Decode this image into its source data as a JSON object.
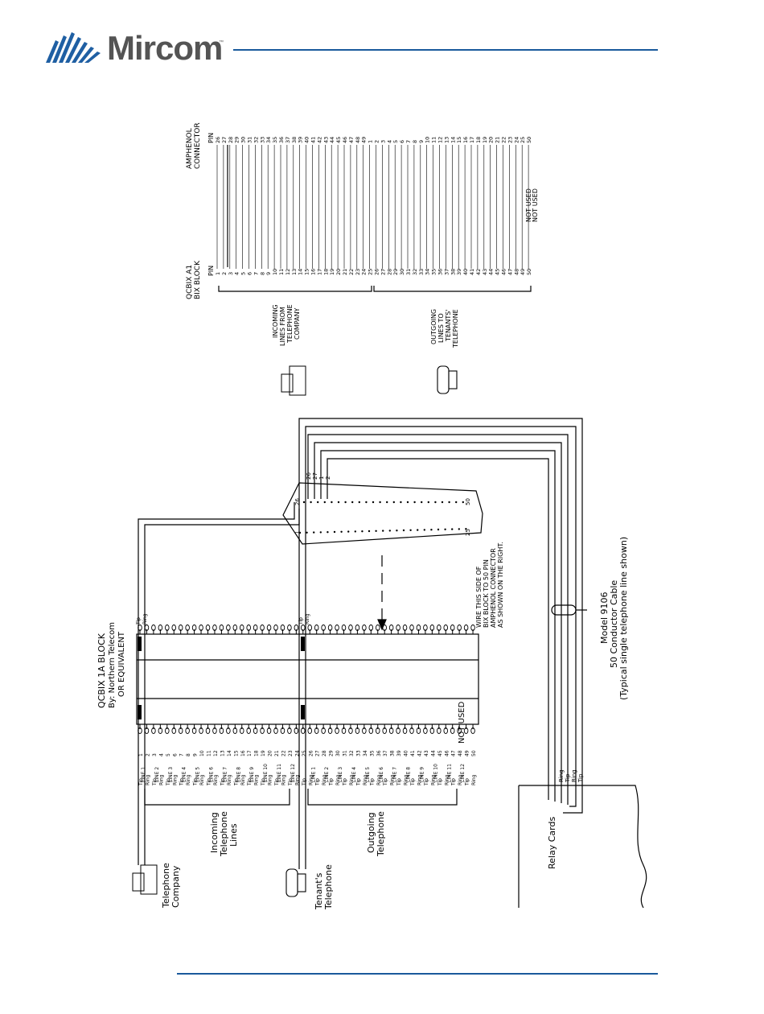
{
  "header": {
    "brand": "Mircom",
    "trademark": "™",
    "logo_icon": "mircom-logo-icon",
    "accent_color": "#1a5a9c"
  },
  "qcbix_block": {
    "title": "QCBIX  1A  BLOCK",
    "by": "By: Northern Telecom",
    "equiv": "OR EQUIVALENT",
    "tip": "Tip",
    "ring": "Ring",
    "incoming_lines": [
      "LINE 1",
      "LINE 2",
      "LINE 3",
      "LINE 4",
      "LINE 5",
      "LINE 6",
      "LINE 7",
      "LINE 8",
      "LINE 9",
      "LINE 10",
      "LINE 11",
      "LINE 12"
    ],
    "outgoing_lines": [
      "LINE 1",
      "LINE 2",
      "LINE 3",
      "LINE 4",
      "LINE 5",
      "LINE 6",
      "LINE 7",
      "LINE 8",
      "LINE 9",
      "LINE 10",
      "LINE 11",
      "LINE 12"
    ],
    "not_used": "NOT  USED",
    "pins": [
      "1",
      "2",
      "3",
      "4",
      "5",
      "6",
      "7",
      "8",
      "9",
      "10",
      "11",
      "12",
      "13",
      "14",
      "15",
      "16",
      "17",
      "18",
      "19",
      "20",
      "21",
      "22",
      "23",
      "24",
      "25",
      "26",
      "27",
      "28",
      "29",
      "30",
      "31",
      "32",
      "33",
      "34",
      "35",
      "36",
      "37",
      "38",
      "39",
      "40",
      "41",
      "42",
      "43",
      "44",
      "45",
      "46",
      "47",
      "48",
      "49",
      "50"
    ]
  },
  "labels": {
    "incoming_group": [
      "Incoming",
      "Telephone",
      "Lines"
    ],
    "outgoing_group": [
      "Outgoing",
      "Telephone"
    ],
    "telephone_company": [
      "Telephone",
      "Company"
    ],
    "tenants_telephone": [
      "Tenant's",
      "Telephone"
    ],
    "relay_cards": "Relay  Cards",
    "relay_ring": "Ring",
    "relay_tip": "Tip",
    "cable": [
      "Model  9106",
      "50  Conductor  Cable",
      "(Typical  single  telephone  line  shown)"
    ],
    "wire_note": [
      "WIRE  THIS  SIDE  OF",
      "BIX  BLOCK  TO  50  PIN",
      "AMPHENOL  CONNECTOR",
      "AS  SHOWN  ON  THE  RIGHT."
    ]
  },
  "connector": {
    "pin_top_start": "26",
    "pin_top_end": "50",
    "pin_bottom_start": "1",
    "pin_bottom_end": "25",
    "leads": [
      "26",
      "27",
      "1",
      "2"
    ]
  },
  "table": {
    "bix_header": [
      "QCBIX  A1",
      "BIX  BLOCK"
    ],
    "amphenol_header": [
      "AMPHENOL",
      "CONNECTOR"
    ],
    "pin_label": "PIN",
    "incoming_label": [
      "INCOMING",
      "LINES  FROM",
      "TELEPHONE",
      "COMPANY"
    ],
    "outgoing_label": [
      "OUTGOING",
      "LINES  TO",
      "TENANTS'",
      "TELEPHONE"
    ],
    "bix_pins": [
      "1",
      "2",
      "3",
      "4",
      "5",
      "6",
      "7",
      "8",
      "9",
      "10",
      "11",
      "12",
      "13",
      "14",
      "15",
      "16",
      "17",
      "18",
      "19",
      "20",
      "21",
      "22",
      "23",
      "24",
      "25",
      "26",
      "27",
      "28",
      "29",
      "30",
      "31",
      "32",
      "33",
      "34",
      "35",
      "36",
      "37",
      "38",
      "39",
      "40",
      "41",
      "42",
      "43",
      "44",
      "45",
      "46",
      "47",
      "48",
      "49",
      "50"
    ],
    "amphenol_pins": [
      "26",
      "27",
      "28",
      "29",
      "30",
      "31",
      "32",
      "33",
      "34",
      "35",
      "36",
      "37",
      "38",
      "39",
      "40",
      "41",
      "42",
      "43",
      "44",
      "45",
      "46",
      "47",
      "48",
      "49",
      "1",
      "2",
      "3",
      "4",
      "5",
      "6",
      "7",
      "8",
      "9",
      "10",
      "11",
      "12",
      "13",
      "14",
      "15",
      "16",
      "17",
      "18",
      "19",
      "20",
      "21",
      "22",
      "23",
      "24",
      "",
      "",
      ""
    ],
    "not_used": "NOT  USED",
    "amphenol_tail": [
      "25",
      "50"
    ]
  }
}
